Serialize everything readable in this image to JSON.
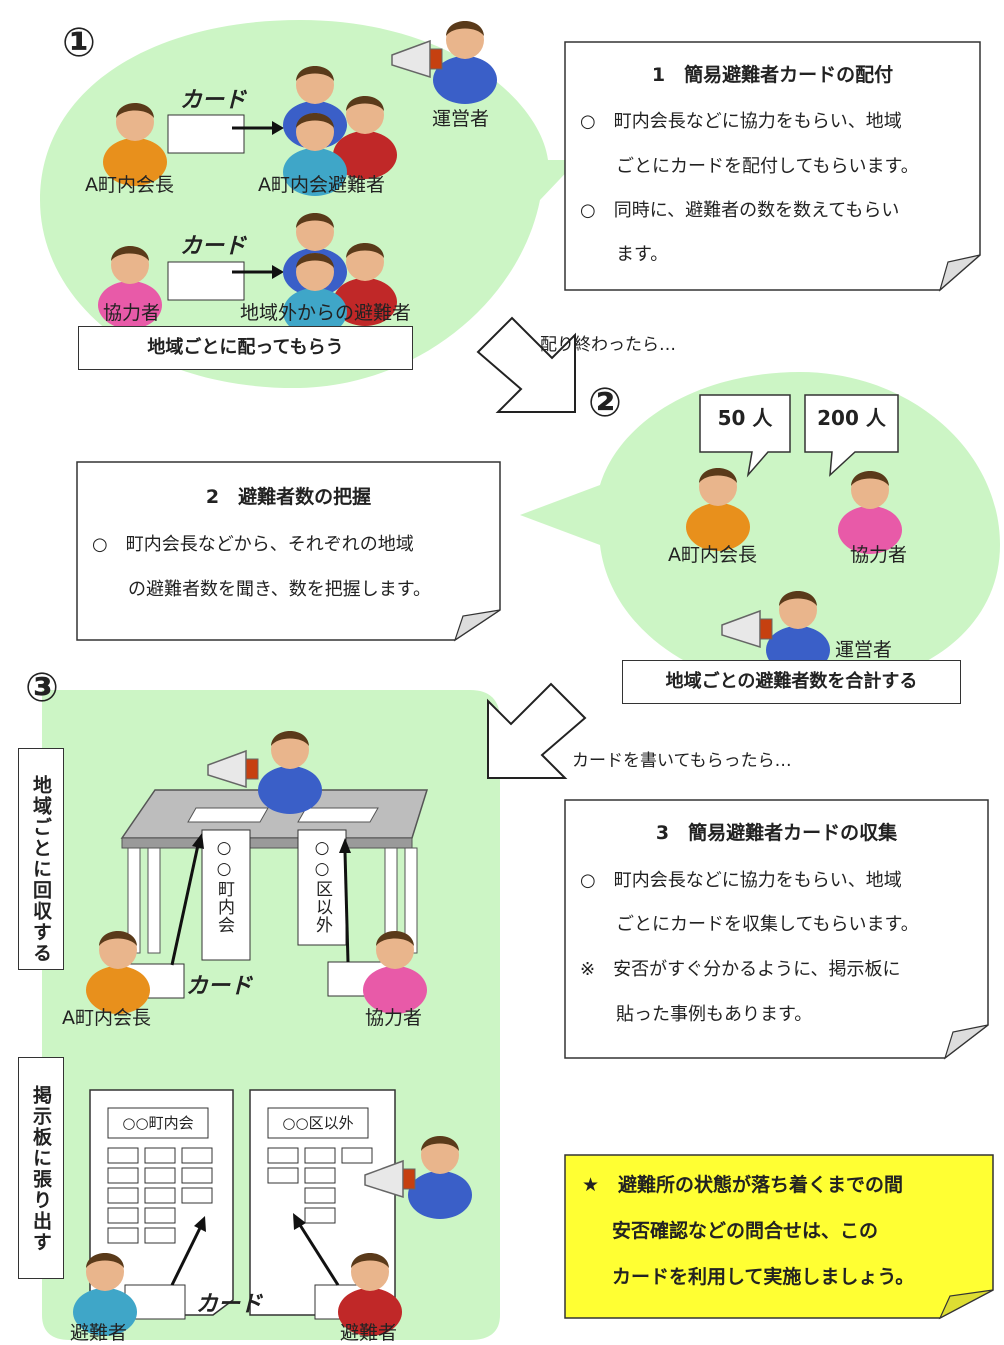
{
  "steps": {
    "one": "①",
    "two": "②",
    "three": "③"
  },
  "section1": {
    "card_word_1": "カード",
    "card_word_2": "カード",
    "leader_a": "A町内会長",
    "evacuees_a": "A町内会避難者",
    "helper": "協力者",
    "evacuees_outside": "地域外からの避難者",
    "operator": "運営者",
    "caption": "地域ごとに配ってもらう",
    "note": {
      "title": "1　簡易避難者カードの配付",
      "lines": [
        "○　町内会長などに協力をもらい、地域",
        "ごとにカードを配付してもらいます。",
        "○　同時に、避難者の数を数えてもらい",
        "ます。"
      ]
    }
  },
  "transition1": "配り終わったら…",
  "section2": {
    "bubble_a": "50 人",
    "bubble_b": "200 人",
    "leader_a": "A町内会長",
    "helper": "協力者",
    "operator": "運営者",
    "caption": "地域ごとの避難者数を合計する",
    "note": {
      "title": "2　避難者数の把握",
      "lines": [
        "○　町内会長などから、それぞれの地域",
        "の避難者数を聞き、数を把握します。"
      ]
    }
  },
  "transition2": "カードを書いてもらったら…",
  "section3": {
    "side_label_1": "地域ごとに回収する",
    "side_label_2": "掲示板に張り出す",
    "banner_1": "○○町内会",
    "banner_2": "○○区以外",
    "card_word_1": "カード",
    "card_word_2": "カード",
    "leader_a": "A町内会長",
    "helper": "協力者",
    "board_1": "○○町内会",
    "board_2": "○○区以外",
    "evacuee_1": "避難者",
    "evacuee_2": "避難者",
    "note": {
      "title": "3　簡易避難者カードの収集",
      "lines": [
        "○　町内会長などに協力をもらい、地域",
        "ごとにカードを収集してもらいます。",
        "※　安否がすぐ分かるように、掲示板に",
        "貼った事例もあります。"
      ]
    }
  },
  "highlight": {
    "lines": [
      "★　避難所の状態が落ち着くまでの間",
      "安否確認などの問合せは、この",
      "カードを利用して実施しましょう。"
    ]
  },
  "colors": {
    "bubble_green": "#ccf5c5",
    "note_yellow": "#ffff33",
    "orange_shirt": "#e8901c",
    "pink_shirt": "#e85aa8",
    "blue_suit": "#3a5fc8",
    "red_shirt": "#c02828",
    "teal_shirt": "#3fa6c8"
  },
  "icons": [
    "megaphone-icon",
    "person-icon",
    "arrow-icon",
    "table-icon",
    "bulletin-board-icon"
  ]
}
